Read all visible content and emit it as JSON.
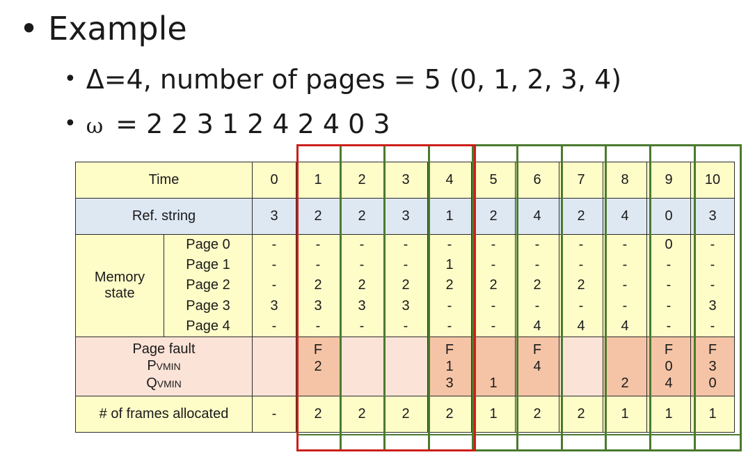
{
  "slide": {
    "bullets": [
      {
        "text": "Example"
      },
      {
        "text": "Δ=4, number of pages = 5 (0, 1, 2, 3, 4)"
      },
      {
        "symbol": "ω",
        "text": "= 2 2 3 1 2 4 2 4 0 3"
      }
    ],
    "bullet_glyph": "•"
  },
  "table": {
    "time_label": "Time",
    "times": [
      "0",
      "1",
      "2",
      "3",
      "4",
      "5",
      "6",
      "7",
      "8",
      "9",
      "10"
    ],
    "ref_label": "Ref. string",
    "refs": [
      "3",
      "2",
      "2",
      "3",
      "1",
      "2",
      "4",
      "2",
      "4",
      "0",
      "3"
    ],
    "memory_label_line1": "Memory",
    "memory_label_line2": "state",
    "page_labels": [
      "Page 0",
      "Page 1",
      "Page 2",
      "Page 3",
      "Page 4"
    ],
    "memory_columns": [
      [
        "-",
        "-",
        "-",
        "3",
        "-"
      ],
      [
        "-",
        "-",
        "2",
        "3",
        "-"
      ],
      [
        "-",
        "-",
        "2",
        "3",
        "-"
      ],
      [
        "-",
        "-",
        "2",
        "3",
        "-"
      ],
      [
        "-",
        "1",
        "2",
        "-",
        "-"
      ],
      [
        "-",
        "-",
        "2",
        "-",
        "-"
      ],
      [
        "-",
        "-",
        "2",
        "-",
        "4"
      ],
      [
        "-",
        "-",
        "2",
        "-",
        "4"
      ],
      [
        "-",
        "-",
        "-",
        "-",
        "4"
      ],
      [
        "0",
        "-",
        "-",
        "-",
        "-"
      ],
      [
        "-",
        "-",
        "-",
        "3",
        "-"
      ]
    ],
    "pf_label": "Page fault",
    "pvmin_label_main": "P",
    "pvmin_label_sub": "VMIN",
    "qvmin_label_main": "Q",
    "qvmin_label_sub": "VMIN",
    "page_fault_columns": [
      {
        "fault": "",
        "p": "",
        "q": "",
        "shaded": false
      },
      {
        "fault": "F",
        "p": "2",
        "q": "",
        "shaded": true
      },
      {
        "fault": "",
        "p": "",
        "q": "",
        "shaded": false
      },
      {
        "fault": "",
        "p": "",
        "q": "",
        "shaded": false
      },
      {
        "fault": "F",
        "p": "1",
        "q": "3",
        "shaded": true
      },
      {
        "fault": "",
        "p": "",
        "q": "1",
        "shaded": true
      },
      {
        "fault": "F",
        "p": "4",
        "q": "",
        "shaded": true
      },
      {
        "fault": "",
        "p": "",
        "q": "",
        "shaded": false
      },
      {
        "fault": "",
        "p": "",
        "q": "2",
        "shaded": true
      },
      {
        "fault": "F",
        "p": "0",
        "q": "4",
        "shaded": true
      },
      {
        "fault": "F",
        "p": "3",
        "q": "0",
        "shaded": true
      }
    ],
    "frames_label": "# of frames allocated",
    "frames": [
      "-",
      "2",
      "2",
      "2",
      "2",
      "1",
      "2",
      "2",
      "1",
      "1",
      "1"
    ]
  },
  "colors": {
    "yellow_fill": "#fefdc8",
    "blue_fill": "#dee8f3",
    "fault_fill": "#fbe3d7",
    "fault_hit_fill": "#f5c4a6",
    "red_window": "#cc1f1a",
    "green_window": "#4a7a2e"
  }
}
